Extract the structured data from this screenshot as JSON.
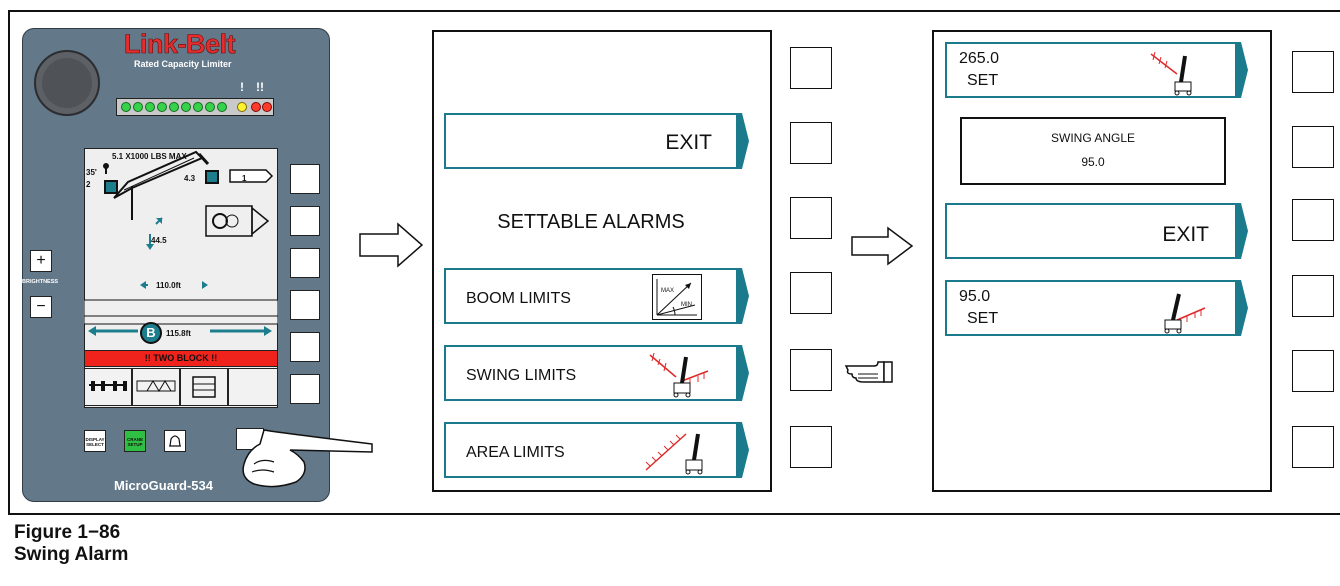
{
  "device": {
    "brand": "Link-Belt",
    "subtitle": "Rated Capacity Limiter",
    "warning_marks": [
      "!",
      "!!"
    ],
    "model": "MicroGuard-534",
    "brightness_label": "BRIGHTNESS",
    "brightness_plus": "+",
    "brightness_minus": "−",
    "display": {
      "capacity_label": "5.1 X1000 LBS MAX",
      "boom_length_ft": "35'",
      "parts_left": "2",
      "hook_value": "4.3",
      "parts_right": "1",
      "angle": "44.5",
      "radius": "110.0ft",
      "boom_b_label": "B",
      "boom_length": "115.8ft",
      "two_block": "!! TWO BLOCK !!"
    },
    "buttons": {
      "display_select": "DISPLAY SELECT",
      "crane_setup": "CRANE SETUP"
    },
    "colors": {
      "body": "#637889",
      "brand": "#e52d2d",
      "teal": "#1c7e8d",
      "alarm": "#f0231c"
    }
  },
  "panel_middle": {
    "exit": "EXIT",
    "title": "SETTABLE ALARMS",
    "items": [
      {
        "label": "BOOM LIMITS",
        "icon": "max-min-angle-icon",
        "icon_max": "MAX",
        "icon_min": "MIN"
      },
      {
        "label": "SWING LIMITS",
        "icon": "swing-limits-icon"
      },
      {
        "label": "AREA LIMITS",
        "icon": "area-limits-icon"
      }
    ]
  },
  "panel_right": {
    "left_limit_value": "265.0",
    "left_limit_set": "SET",
    "swing_angle_title": "SWING ANGLE",
    "swing_angle_value": "95.0",
    "exit": "EXIT",
    "right_limit_value": "95.0",
    "right_limit_set": "SET"
  },
  "caption": {
    "figure": "Figure 1−86",
    "title": "Swing Alarm"
  }
}
